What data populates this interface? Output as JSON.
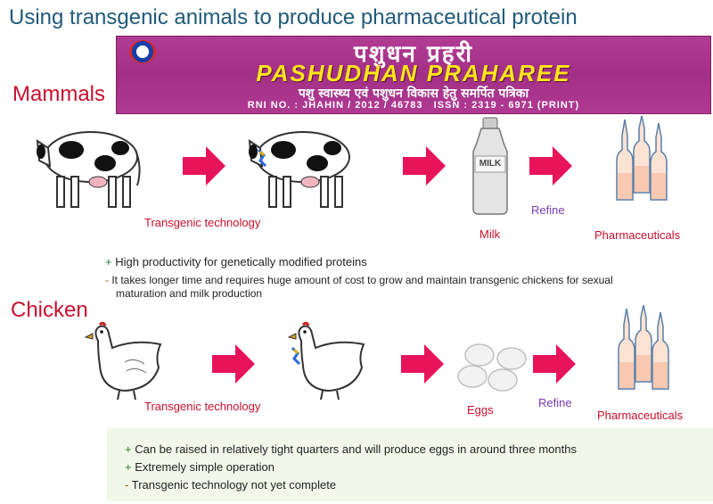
{
  "title": "Using transgenic animals to produce pharmaceutical protein",
  "banner": {
    "hindi_title": "पशुधन प्रहरी",
    "english_title": "PASHUDHAN PRAHAREE",
    "hindi_subtitle": "पशु स्वास्थ्य एवं पशुधन विकास हेतु समर्पित पत्रिका",
    "registration": "RNI NO. : JHAHIN / 2012 / 46783",
    "issn": "ISSN : 2319 - 6971 (PRINT)"
  },
  "mammals": {
    "heading": "Mammals",
    "step1_label": "Transgenic technology",
    "product_label": "Milk",
    "milk_bottle_text": "MILK",
    "refine_label": "Refine",
    "result_label": "Pharmaceuticals",
    "pros": [
      {
        "sign": "+",
        "text": "High productivity for genetically modified proteins"
      }
    ],
    "cons": [
      {
        "sign": "-",
        "line1": "It takes longer time and requires huge amount of cost to grow and maintain transgenic chickens for sexual",
        "line2": "maturation and milk production"
      }
    ]
  },
  "chicken": {
    "heading": "Chicken",
    "step1_label": "Transgenic technology",
    "product_label": "Eggs",
    "refine_label": "Refine",
    "result_label": "Pharmaceuticals",
    "points": [
      {
        "sign": "+",
        "text": "Can be raised in relatively tight quarters and will produce eggs in around three months"
      },
      {
        "sign": "+",
        "text": "Extremely simple operation"
      },
      {
        "sign": "-",
        "text": "Transgenic technology not yet complete"
      }
    ]
  },
  "colors": {
    "title": "#1f5a7a",
    "section": "#c8102e",
    "arrow": "#e8145a",
    "refine": "#7a3bb0",
    "banner": "#a22f86",
    "banner_english": "#ffe61a"
  }
}
